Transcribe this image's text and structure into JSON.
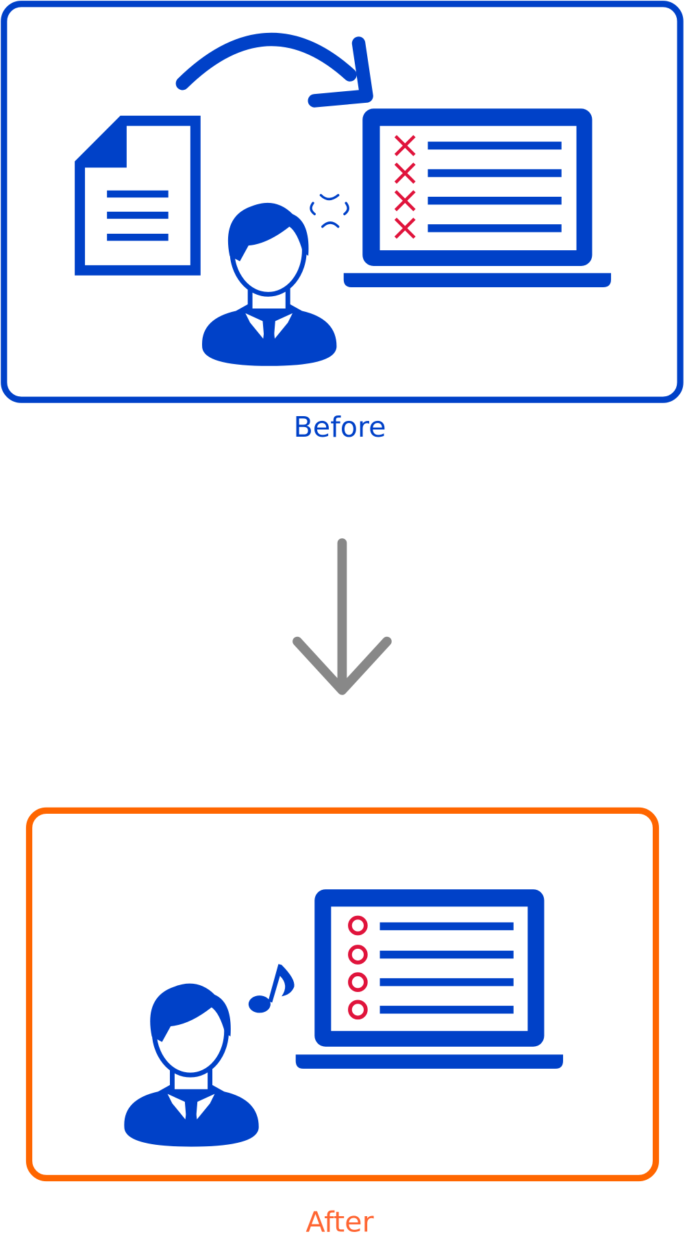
{
  "before": {
    "label": "Before",
    "color": "#0041c8",
    "status_marks": [
      "cross",
      "cross",
      "cross",
      "cross"
    ]
  },
  "after": {
    "label": "After",
    "color": "#ff6600",
    "label_color": "#ff6633",
    "status_marks": [
      "circle",
      "circle",
      "circle",
      "circle"
    ]
  },
  "colors": {
    "icon": "#0041c8",
    "mark": "#e0143c",
    "arrow": "#888888"
  }
}
